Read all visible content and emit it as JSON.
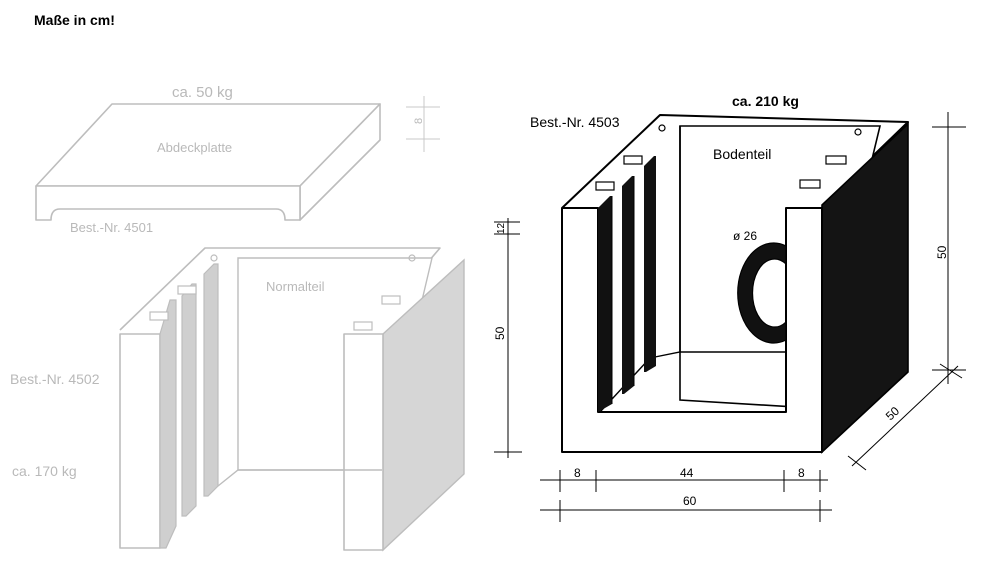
{
  "header": {
    "note": "Maße in cm!"
  },
  "cover_plate": {
    "weight": "ca. 50 kg",
    "name": "Abdeckplatte",
    "order_no": "Best.-Nr. 4501",
    "thickness": "8"
  },
  "normal_part": {
    "name": "Normalteil",
    "order_no": "Best.-Nr. 4502",
    "weight": "ca. 170 kg"
  },
  "bottom_part": {
    "weight": "ca. 210 kg",
    "order_no": "Best.-Nr. 4503",
    "name": "Bodenteil",
    "opening_diameter": "ø 26",
    "dimensions": {
      "height": "50",
      "floor": "12",
      "wall_left": "8",
      "inner_width": "44",
      "wall_right": "8",
      "total_width": "60",
      "depth": "50",
      "height_right": "50"
    }
  },
  "colors": {
    "line": "#000000",
    "faint": "#bdbdbd",
    "fill_faint": "#d6d6d6"
  }
}
